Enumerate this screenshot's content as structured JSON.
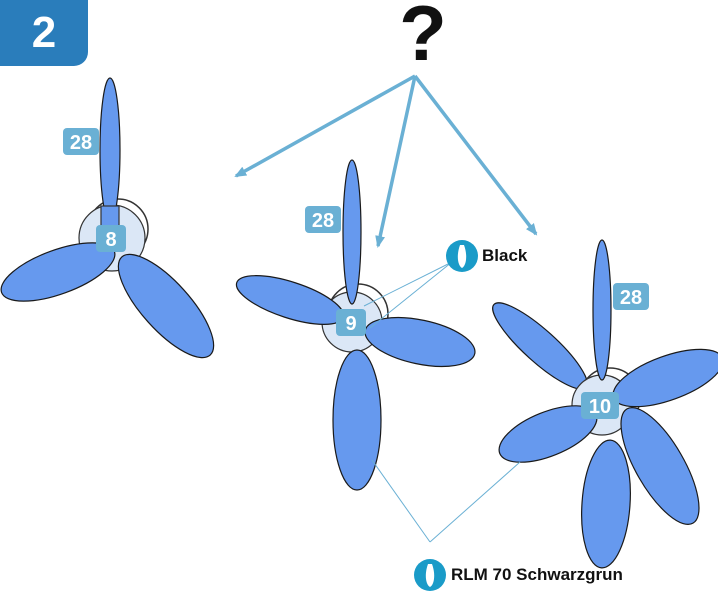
{
  "step_number": "2",
  "question_mark": "?",
  "part_numbers": {
    "blade_3": "28",
    "blade_4": "28",
    "blade_5": "28",
    "hub_3": "8",
    "hub_4": "9",
    "hub_5": "10"
  },
  "paints": {
    "hub_color": "Black",
    "blade_color": "RLM 70 Schwarzgrun"
  },
  "colors": {
    "blade_fill": "#6699ee",
    "hub_ring": "#d9e6f5",
    "number_badge": "#6ab0d4",
    "arrow": "#6ab0d4",
    "paint_icon": "#1a9bc8",
    "step_badge": "#2a7dbb"
  },
  "icons": [
    "paint-drop-icon",
    "paint-drop-icon"
  ]
}
